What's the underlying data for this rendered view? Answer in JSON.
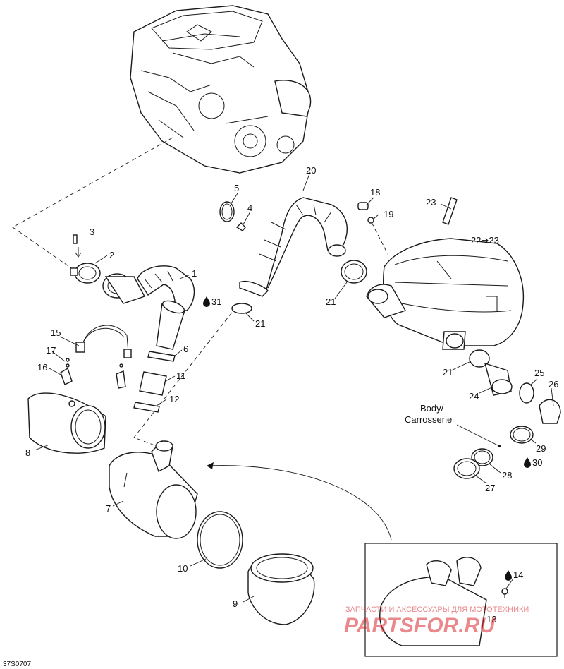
{
  "drawing_code": "37S0707",
  "callouts": [
    {
      "id": "1",
      "label": "1"
    },
    {
      "id": "2",
      "label": "2"
    },
    {
      "id": "3",
      "label": "3"
    },
    {
      "id": "4",
      "label": "4"
    },
    {
      "id": "5",
      "label": "5"
    },
    {
      "id": "6",
      "label": "6"
    },
    {
      "id": "7",
      "label": "7"
    },
    {
      "id": "8",
      "label": "8"
    },
    {
      "id": "9",
      "label": "9"
    },
    {
      "id": "10",
      "label": "10"
    },
    {
      "id": "11",
      "label": "11"
    },
    {
      "id": "12",
      "label": "12"
    },
    {
      "id": "13",
      "label": "13"
    },
    {
      "id": "14",
      "label": "14"
    },
    {
      "id": "15",
      "label": "15"
    },
    {
      "id": "16",
      "label": "16"
    },
    {
      "id": "17",
      "label": "17"
    },
    {
      "id": "18",
      "label": "18"
    },
    {
      "id": "19",
      "label": "19"
    },
    {
      "id": "20",
      "label": "20"
    },
    {
      "id": "21a",
      "label": "21"
    },
    {
      "id": "21b",
      "label": "21"
    },
    {
      "id": "21c",
      "label": "21"
    },
    {
      "id": "22",
      "label": "22➔23"
    },
    {
      "id": "23",
      "label": "23"
    },
    {
      "id": "24",
      "label": "24"
    },
    {
      "id": "25",
      "label": "25"
    },
    {
      "id": "26",
      "label": "26"
    },
    {
      "id": "27",
      "label": "27"
    },
    {
      "id": "28",
      "label": "28"
    },
    {
      "id": "29",
      "label": "29"
    },
    {
      "id": "30",
      "label": "30"
    },
    {
      "id": "31",
      "label": "31"
    }
  ],
  "body_label_line1": "Body/",
  "body_label_line2": "Carrosserie",
  "watermark": {
    "line1": "ЗАПЧАСТИ И АКСЕССУАРЫ ДЛЯ МОТОТЕХНИКИ",
    "line2": "PARTSFOR.RU",
    "color": "#d9262b"
  }
}
